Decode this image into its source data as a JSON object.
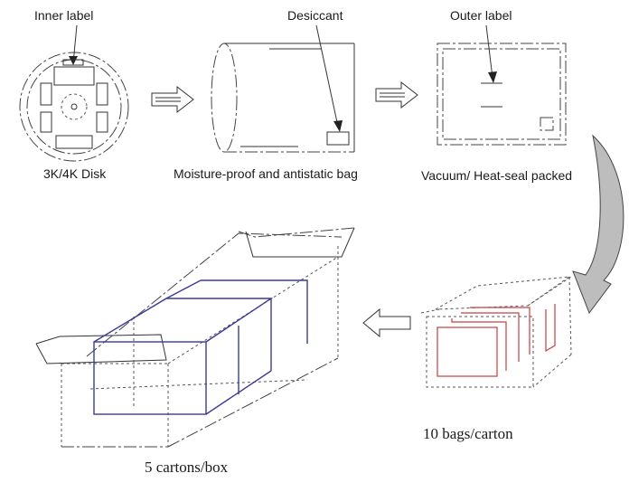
{
  "labels": {
    "inner_label": "Inner label",
    "desiccant": "Desiccant",
    "outer_label": "Outer label",
    "disk": "3K/4K Disk",
    "bag": "Moisture-proof and antistatic bag",
    "vacuum": "Vacuum/ Heat-seal packed",
    "bags_per_carton": "10 bags/carton",
    "cartons_per_box": "5 cartons/box"
  },
  "colors": {
    "carton_outline": "#3a3a9a",
    "bag_outline": "#c44040",
    "curved_arrow_fill": "#bdbdbd"
  }
}
